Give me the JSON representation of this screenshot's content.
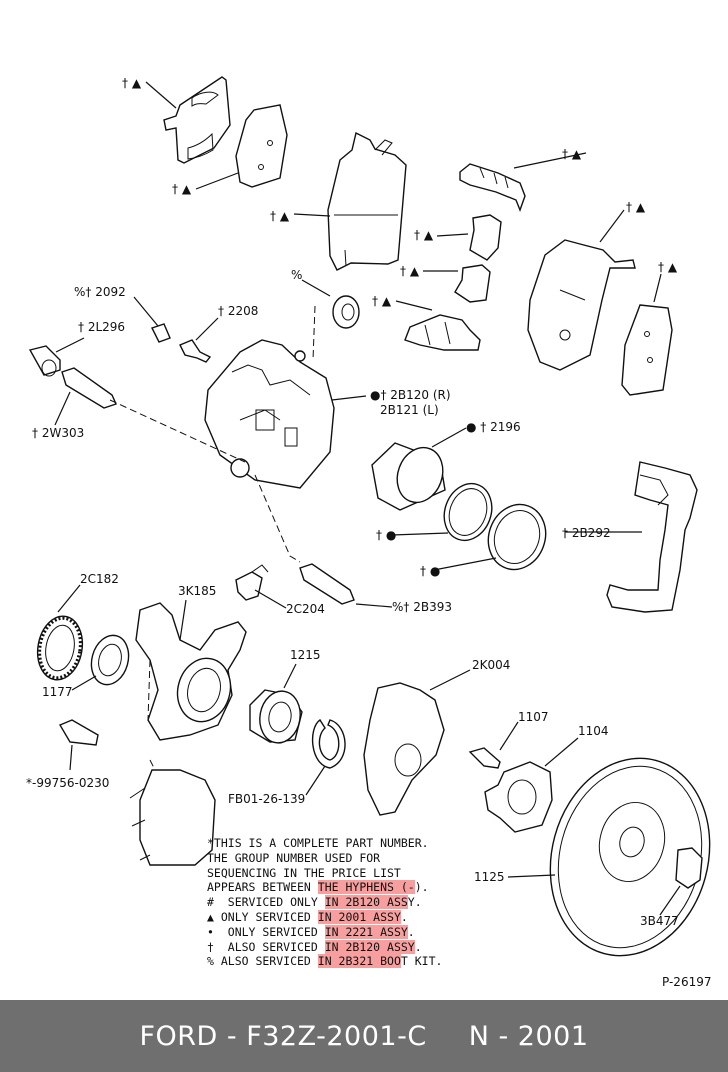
{
  "labels": {
    "top_pad_outer": "† ▲",
    "top_pad_inner": "† ▲",
    "pad_center": "† ▲",
    "clip_top_right": "† ▲",
    "pad_right": "† ▲",
    "clip_a": "† ▲",
    "clip_b": "† ▲",
    "clip_c": "† ▲",
    "boot_pct": "%",
    "pad_far_right": "† ▲",
    "p2092": "%† 2092",
    "p2208": "† 2208",
    "p2L296": "† 2L296",
    "p2B120": "●† 2B120 (R)",
    "p2B121": "2B121 (L)",
    "p2W303": "† 2W303",
    "p2196": "● † 2196",
    "seal_a": "† ●",
    "seal_b": "† ●",
    "p2B292": "† 2B292",
    "p2C182": "2C182",
    "p3K185": "3K185",
    "p2C204": "2C204",
    "p2B393": "%† 2B393",
    "p1177": "1177",
    "p1215": "1215",
    "p2K004": "2K004",
    "p1107": "1107",
    "p1104": "1104",
    "p99756": "*-99756-0230",
    "pFB01": "FB01-26-139",
    "p1125": "1125",
    "p3B477": "3B477",
    "ref": "P-26197"
  },
  "notes": {
    "line1": "*THIS IS A COMPLETE PART NUMBER.",
    "line2": "THE GROUP NUMBER USED FOR",
    "line3": "SEQUENCING IN THE PRICE LIST",
    "line4a": "APPEARS BETWEEN ",
    "line4b": "THE HYPHENS (-",
    "line4c": ").",
    "row_hash_a": "#  SERVICED ONLY ",
    "row_hash_b": "IN 2B120 ASS",
    "row_hash_c": "Y.",
    "row_tri_a": "▲ ONLY SERVICED ",
    "row_tri_b": "IN 2001 ASSY",
    "row_tri_c": ".",
    "row_dot_a": "•  ONLY SERVICED ",
    "row_dot_b": "IN 2221 ASSY",
    "row_dot_c": ".",
    "row_dag_a": "†  ALSO SERVICED ",
    "row_dag_b": "IN 2B120 ASSY",
    "row_dag_c": ".",
    "row_pct_a": "% ALSO SERVICED ",
    "row_pct_b": "IN 2B321 BOO",
    "row_pct_c": "T KIT."
  },
  "footer": {
    "left": "FORD - F32Z-2001-C",
    "right": "N - 2001"
  }
}
